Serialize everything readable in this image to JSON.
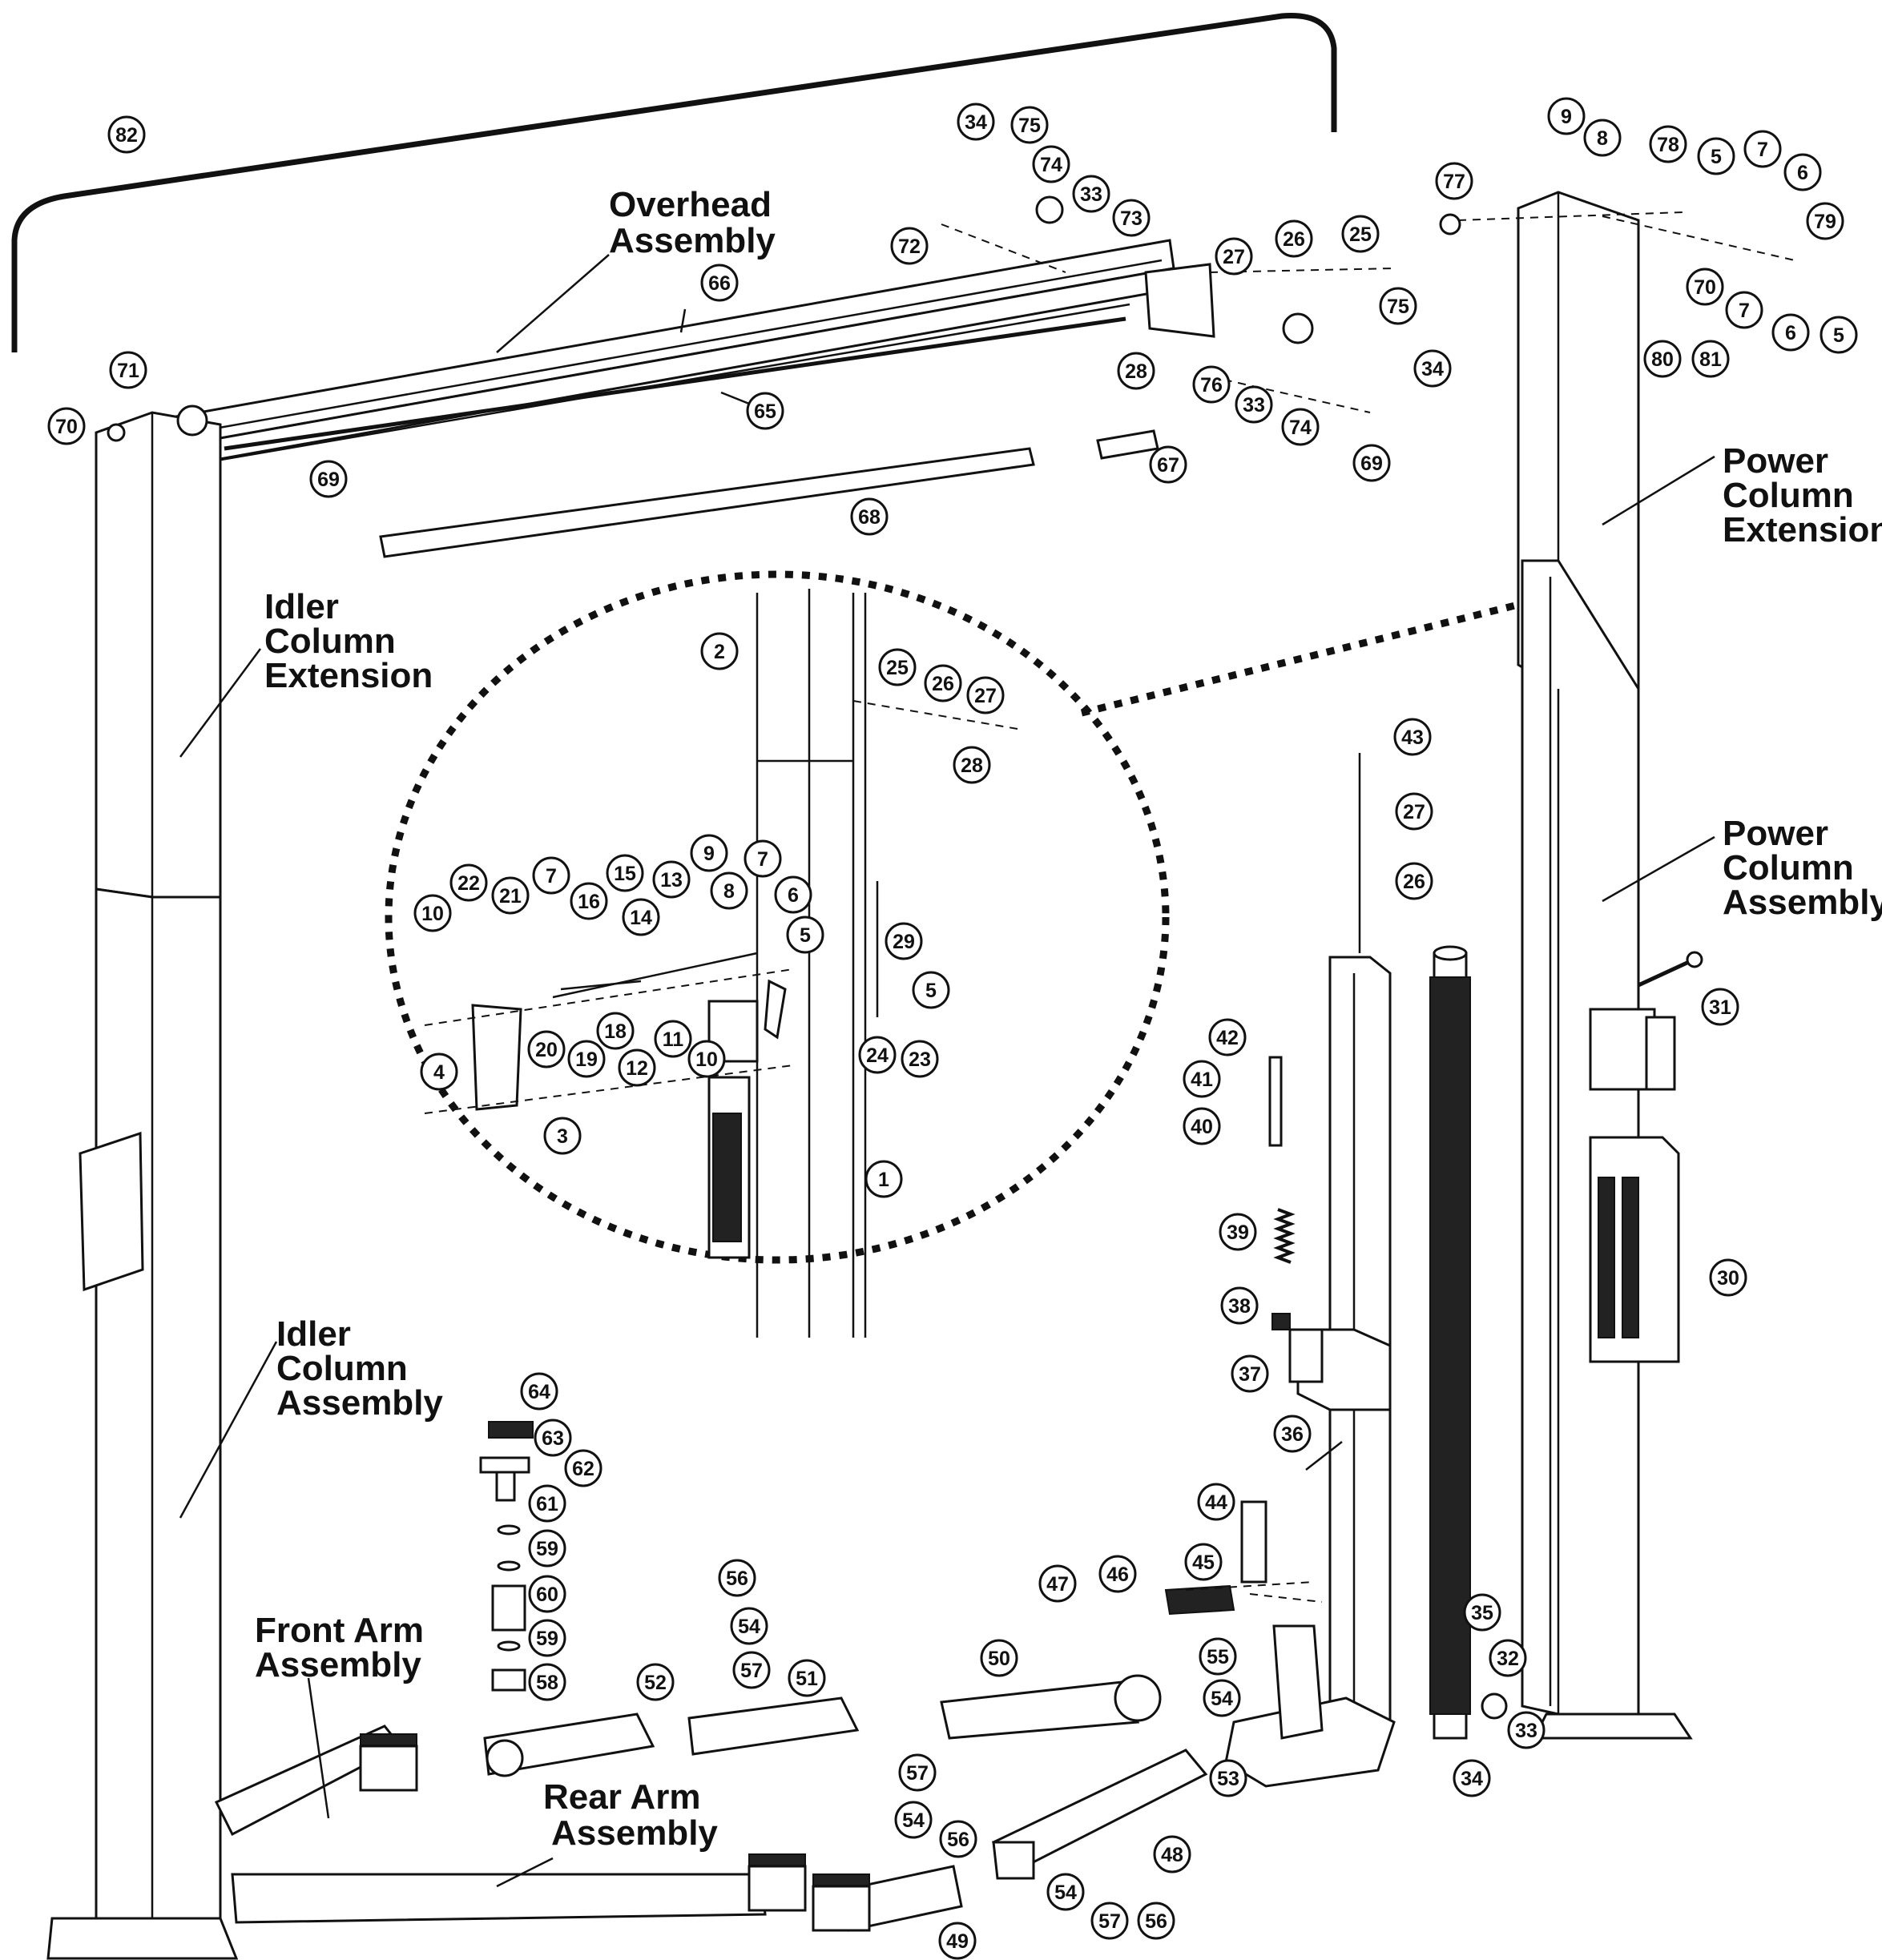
{
  "labels": {
    "overhead": [
      "Overhead",
      "Assembly"
    ],
    "idler_ext": [
      "Idler",
      "Column",
      "Extension"
    ],
    "idler_col": [
      "Idler",
      "Column",
      "Assembly"
    ],
    "power_ext": [
      "Power",
      "Column",
      "Extension"
    ],
    "power_col": [
      "Power",
      "Column",
      "Assembly"
    ],
    "front_arm": [
      "Front Arm",
      "Assembly"
    ],
    "rear_arm": [
      "Rear Arm",
      "Assembly"
    ]
  },
  "callouts": [
    "82",
    "34",
    "75",
    "74",
    "33",
    "73",
    "72",
    "27",
    "26",
    "25",
    "28",
    "76",
    "33",
    "74",
    "75",
    "34",
    "69",
    "66",
    "65",
    "71",
    "70",
    "69",
    "67",
    "68",
    "9",
    "8",
    "77",
    "78",
    "5",
    "7",
    "6",
    "79",
    "70",
    "7",
    "6",
    "5",
    "80",
    "81",
    "2",
    "25",
    "26",
    "27",
    "28",
    "10",
    "22",
    "21",
    "7",
    "16",
    "15",
    "13",
    "14",
    "9",
    "8",
    "7",
    "6",
    "5",
    "29",
    "5",
    "4",
    "20",
    "19",
    "18",
    "12",
    "11",
    "10",
    "3",
    "24",
    "23",
    "1",
    "43",
    "27",
    "26",
    "42",
    "41",
    "40",
    "39",
    "38",
    "37",
    "36",
    "31",
    "30",
    "64",
    "63",
    "62",
    "61",
    "59",
    "60",
    "59",
    "58",
    "52",
    "56",
    "54",
    "57",
    "51",
    "50",
    "47",
    "46",
    "45",
    "44",
    "55",
    "54",
    "53",
    "57",
    "54",
    "56",
    "48",
    "54",
    "57",
    "56",
    "49",
    "35",
    "32",
    "33",
    "34"
  ]
}
